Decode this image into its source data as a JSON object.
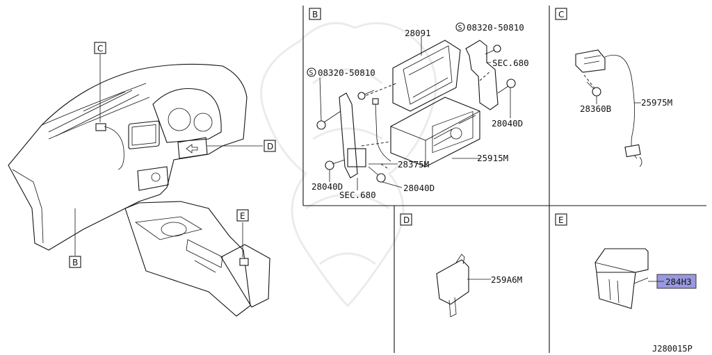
{
  "panels": {
    "B": {
      "label": "B"
    },
    "C": {
      "label": "C"
    },
    "D": {
      "label": "D"
    },
    "E": {
      "label": "E"
    }
  },
  "overview": {
    "callout_c": "C",
    "callout_d": "D",
    "callout_e": "E",
    "callout_b": "B"
  },
  "parts": {
    "p28091": "28091",
    "p08320_top": "08320-50810",
    "p08320_left": "08320-50810",
    "sec680_top": "SEC.680",
    "sec680_bottom": "SEC.680",
    "p28040D_right": "28040D",
    "p28040D_left": "28040D",
    "p28040D_bottom": "28040D",
    "p28375M": "28375M",
    "p25915M": "25915M",
    "p28360B": "28360B",
    "p25975M": "25975M",
    "p259A6M": "259A6M",
    "p284H3": "284H3"
  },
  "screw_symbol": "S",
  "diagram_code": "J280015P",
  "colors": {
    "highlight": "#9999e0",
    "line": "#111111"
  }
}
